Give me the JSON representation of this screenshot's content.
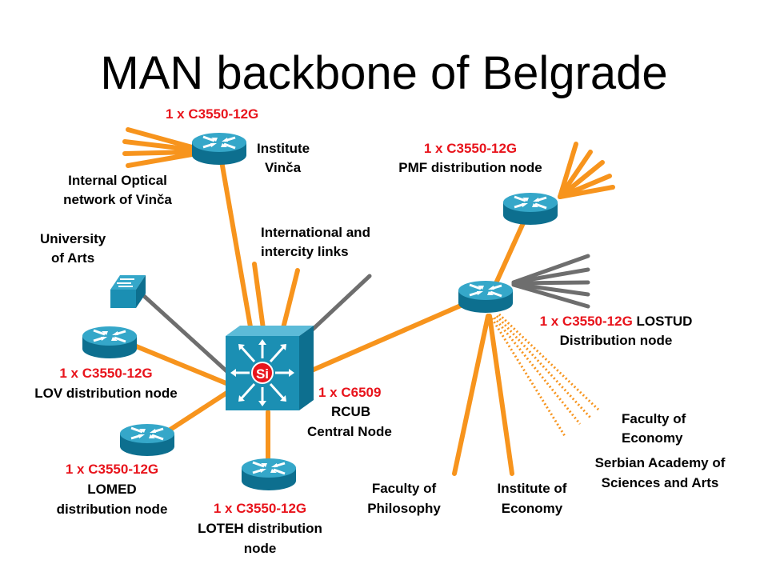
{
  "title": "MAN backbone of Belgrade",
  "colors": {
    "link": "#f7941d",
    "gray_link": "#6e6e6e",
    "router": "#1b8fb3",
    "accent": "#e8141c"
  },
  "labels": {
    "vinca_model": "1 x C3550-12G",
    "vinca_name_1": "Institute",
    "vinca_name_2": "Vinča",
    "optical_1": "Internal Optical",
    "optical_2": "network of Vinča",
    "pmf_model": "1 x C3550-12G",
    "pmf_name": "PMF distribution node",
    "intl_1": "International and",
    "intl_2": "intercity links",
    "arts_1": "University",
    "arts_2": "of Arts",
    "lostud_model": "1 x C3550-12G",
    "lostud_suffix": " LOSTUD",
    "lostud_name": "Distribution node",
    "lov_model": "1 x C3550-12G",
    "lov_name": "LOV distribution node",
    "central_1": "1 x C6509",
    "central_2": "RCUB",
    "central_3": "Central Node",
    "central_badge": "Si",
    "economy_1": "Faculty of",
    "economy_2": "Economy",
    "sanu_1": "Serbian Academy of",
    "sanu_2": "Sciences and Arts",
    "lomed_model": "1 x C3550-12G",
    "lomed_name_1": "LOMED",
    "lomed_name_2": "distribution node",
    "philosophy_1": "Faculty of",
    "philosophy_2": "Philosophy",
    "inst_econ_1": "Institute of",
    "inst_econ_2": "Economy",
    "loteh_model": "1 x C3550-12G",
    "loteh_name_1": "LOTEH distribution",
    "loteh_name_2": "node"
  }
}
